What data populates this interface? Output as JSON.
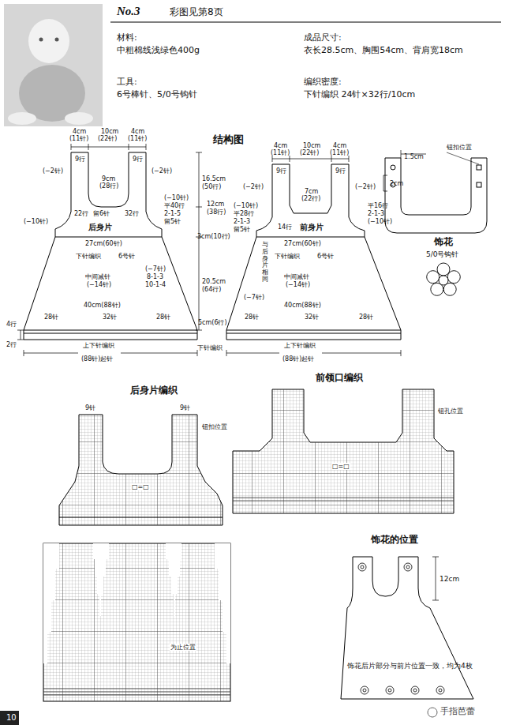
{
  "diagram": {
    "nodes": [
      {
        "text": [
          "后身片"
        ]
      },
      {
        "text": [
          "前身片"
        ]
      },
      {
        "text": [
          "饰花的位置",
          "饰花后片部分与前片位置一致，均为4枚"
        ]
      }
    ],
    "labels": [
      "No.3",
      "彩图见第8页",
      "材料:",
      "中粗棉线浅绿色400g",
      "工具:",
      "6号棒针、5/0号钩针",
      "成品尺寸:",
      "衣长28.5cm、胸围54cm、背肩宽18cm",
      "编织密度:",
      "下针编织 24针×32行/10cm",
      "结构图",
      "4cm",
      "(11针)",
      "10cm",
      "(22针)",
      "4cm",
      "(11针)",
      "9行",
      "9行",
      "(−2针)",
      "(−2针)",
      "9cm",
      "(28行)",
      "22行",
      "留6针",
      "32行",
      "(−10针)",
      "平40行",
      "2-1-5",
      "留5针",
      "(−10针)",
      "27cm(60针)",
      "下针编织",
      "6号针",
      "中间减针",
      "(−14针)",
      "(−7针)",
      "8-1-3",
      "10-1-4",
      "40cm(88针)",
      "28针",
      "32针",
      "28针",
      "4行",
      "2行",
      "上下针编织",
      "(88针)起针",
      "16.5cm",
      "(50行)",
      "12cm",
      "(38行)",
      "3cm(10行)",
      "20.5cm",
      "(64行)",
      "5cm(6行)",
      "下针编织",
      "4cm",
      "(11针)",
      "10cm",
      "(22针)",
      "4cm",
      "(11针)",
      "9行",
      "9行",
      "(−2针)",
      "(−2针)",
      "7cm",
      "(22行)",
      "(−10针)",
      "平28行",
      "2-1-3",
      "留5针",
      "14行",
      "平16行",
      "2-1-3",
      "(−10针)",
      "27cm(60针)",
      "下针编织",
      "6号针",
      "中间减针",
      "(−14针)",
      "(−7针)",
      "与后身片相同",
      "40cm(88针)",
      "28针",
      "32针",
      "28针",
      "上下针编织",
      "(88针)起针",
      "1.5cm",
      "钮扣位置",
      "2cm",
      "饰花",
      "5/0号钩针",
      "后身片编织",
      "前领口编织",
      "9针",
      "9针",
      "钮扣位置",
      "□=□",
      "钮孔位置",
      "□=□",
      "为止位置",
      "12cm",
      "10",
      "手指芭蕾"
    ]
  }
}
